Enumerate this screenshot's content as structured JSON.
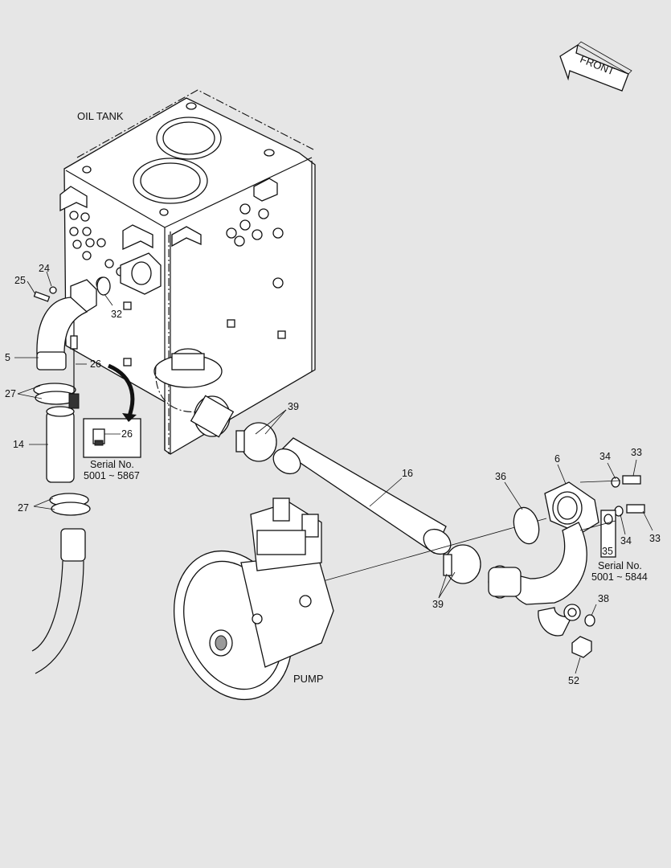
{
  "labels": {
    "oil_tank": "OIL TANK",
    "pump": "PUMP",
    "front": "FRONT",
    "serial_label": "Serial No.",
    "serial_range_a": "5001 ~ 5867",
    "serial_range_b": "5001 ~ 5844"
  },
  "callouts": {
    "p5": "5",
    "p6": "6",
    "p14": "14",
    "p16": "16",
    "p24": "24",
    "p25": "25",
    "p26a": "26",
    "p26b": "26",
    "p27a": "27",
    "p27b": "27",
    "p32": "32",
    "p33a": "33",
    "p33b": "33",
    "p34a": "34",
    "p34b": "34",
    "p35": "35",
    "p36": "36",
    "p38": "38",
    "p39a": "39",
    "p39b": "39",
    "p52": "52"
  }
}
